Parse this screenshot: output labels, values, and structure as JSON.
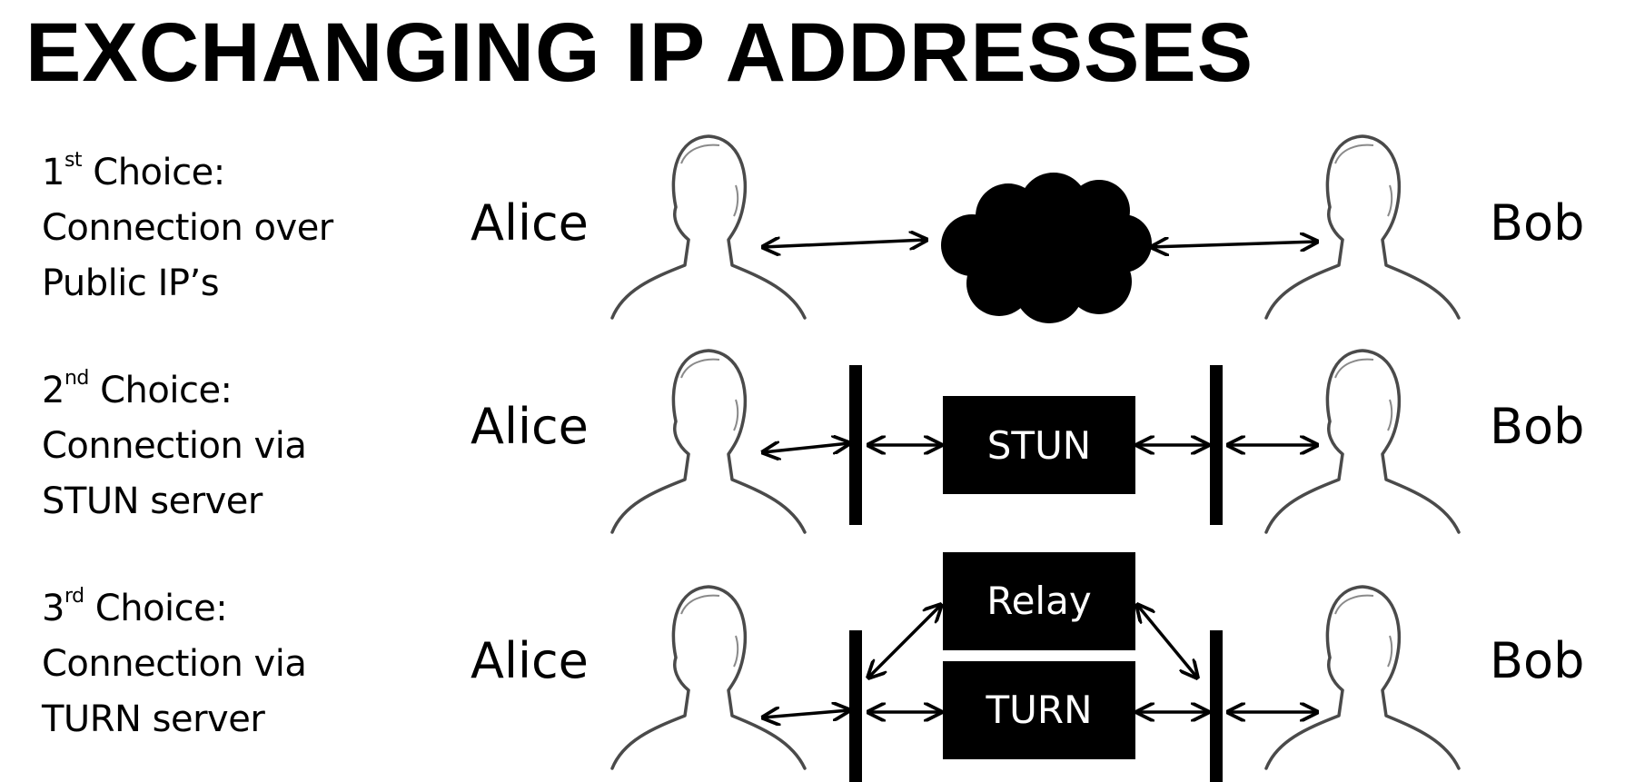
{
  "title": "EXCHANGING IP ADDRESSES",
  "choices": [
    {
      "num": "1",
      "sup": "st",
      "head": " Choice:",
      "line2": "Connection over",
      "line3": "Public IP’s"
    },
    {
      "num": "2",
      "sup": "nd",
      "head": " Choice:",
      "line2": "Connection via",
      "line3": "STUN server"
    },
    {
      "num": "3",
      "sup": "rd",
      "head": " Choice:",
      "line2": "Connection via",
      "line3": "TURN server"
    }
  ],
  "diagram": {
    "left_person": "Alice",
    "right_person": "Bob",
    "stun_label": "STUN",
    "relay_label": "Relay",
    "turn_label": "TURN"
  }
}
